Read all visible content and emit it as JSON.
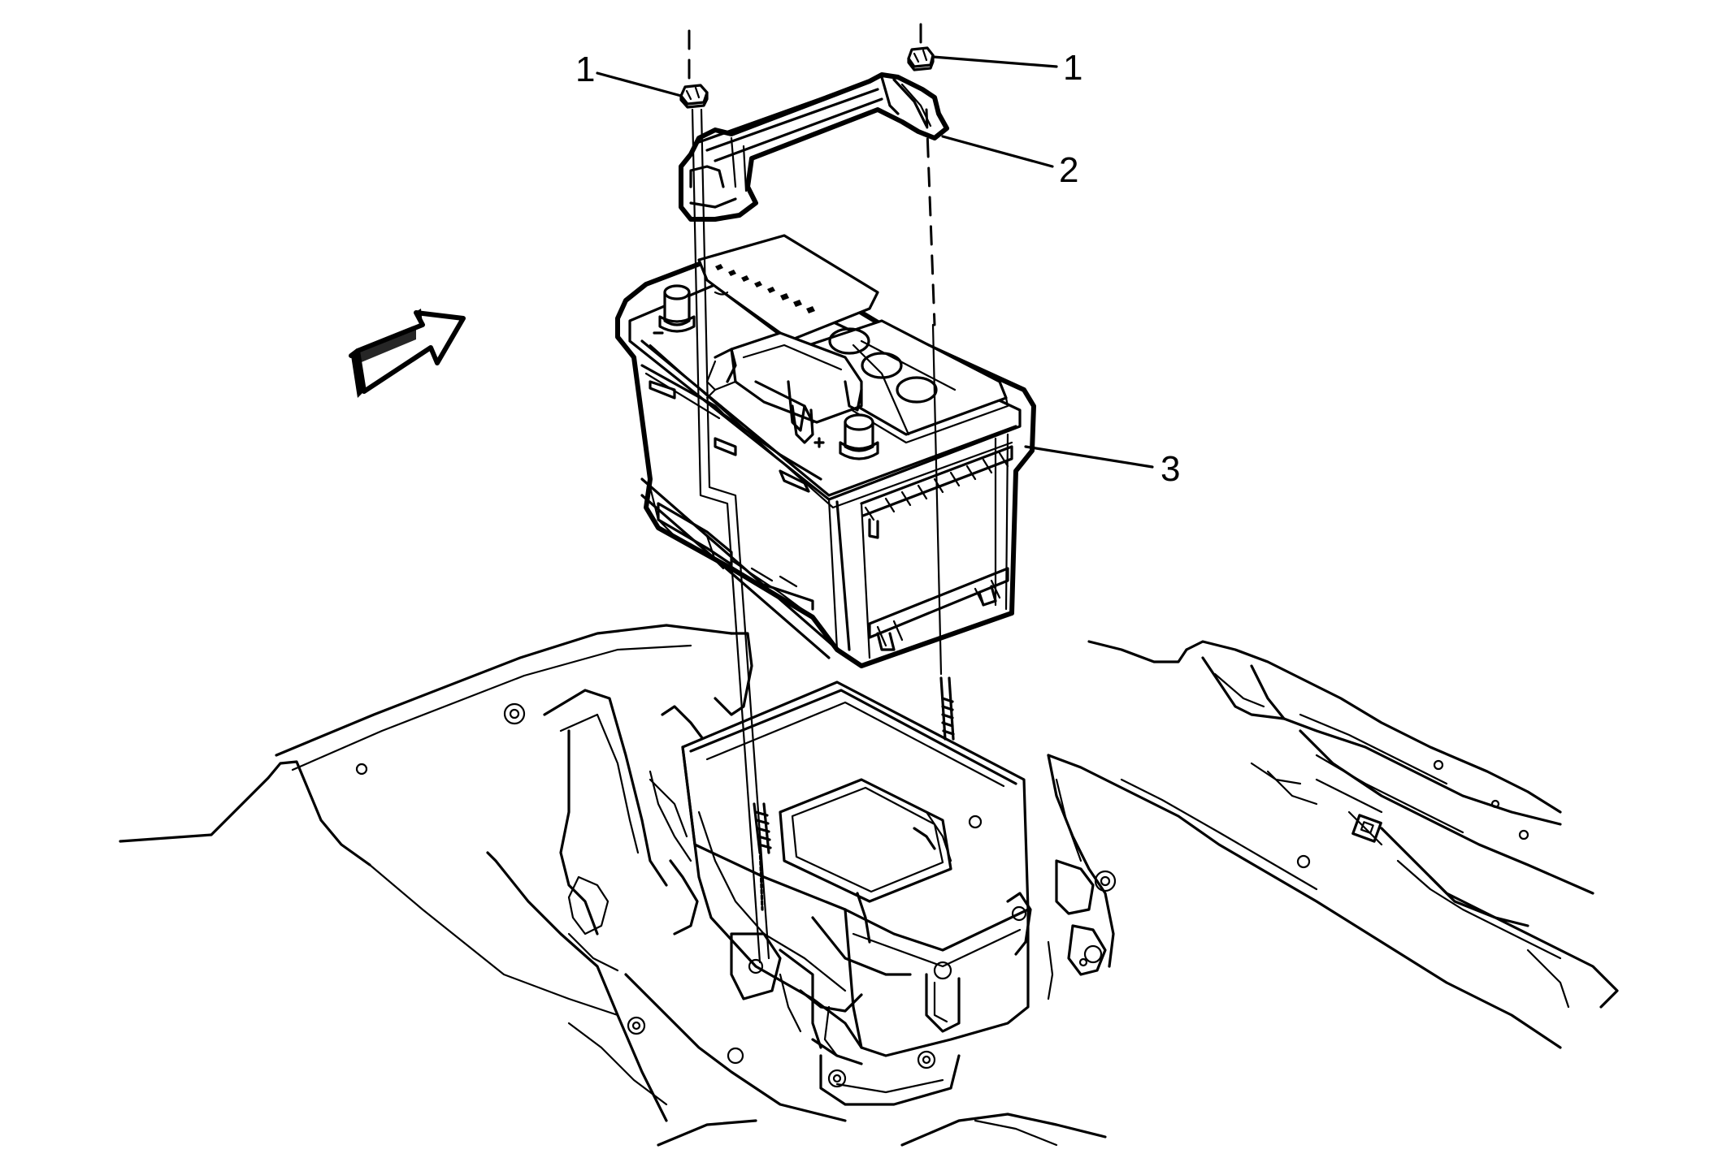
{
  "callouts": [
    {
      "id": "c1a",
      "label": "1"
    },
    {
      "id": "c1b",
      "label": "1"
    },
    {
      "id": "c2",
      "label": "2"
    },
    {
      "id": "c3",
      "label": "3"
    }
  ],
  "colors": {
    "line": "#000000",
    "background": "#ffffff"
  }
}
